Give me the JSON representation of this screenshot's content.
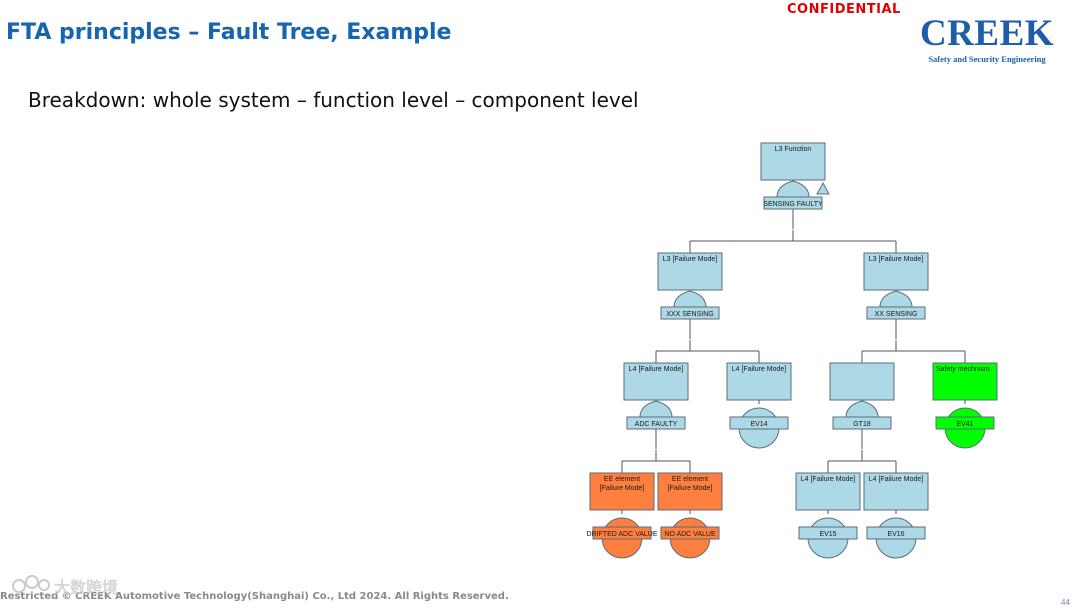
{
  "header": {
    "title": "FTA principles – Fault Tree, Example",
    "confidential": "CONFIDENTIAL",
    "logo_word": "CREEK",
    "logo_tagline": "Safety and Security Engineering"
  },
  "subtitle": "Breakdown: whole system – function level – component level",
  "footer": {
    "copyright": "Restricted © CREEK Automotive Technology(Shanghai) Co., Ltd 2024. All Rights Reserved.",
    "page_number": "44"
  },
  "colors": {
    "title": "#1565b0",
    "confidential": "#e00000",
    "logo": "#1e5ea8",
    "node_blue": "#add8e6",
    "node_green": "#00ff00",
    "node_orange": "#ff7f3f",
    "node_border": "#5a6e7a",
    "connector": "#555555"
  },
  "fault_tree": {
    "nodes": [
      {
        "id": "n1",
        "label": "L3 Function",
        "gate": "SENSING FAULTY",
        "gate_type": "or",
        "transfer": true,
        "color": "blue",
        "parent": null
      },
      {
        "id": "n2",
        "label": "L3 [Failure Mode]",
        "gate": "XXX SENSING",
        "gate_type": "or",
        "color": "blue",
        "parent": "n1"
      },
      {
        "id": "n3",
        "label": "L3 [Failure Mode]",
        "gate": "XX SENSING",
        "gate_type": "or",
        "color": "blue",
        "parent": "n1"
      },
      {
        "id": "n4",
        "label": "L4 [Failure Mode]",
        "gate": "ADC FAULTY",
        "gate_type": "or",
        "color": "blue",
        "parent": "n2"
      },
      {
        "id": "n5",
        "label": "L4 [Failure Mode]",
        "gate": "EV14",
        "gate_type": "event",
        "color": "blue",
        "parent": "n2"
      },
      {
        "id": "n6",
        "label": "",
        "gate": "GT18",
        "gate_type": "or",
        "color": "blue",
        "parent": "n3"
      },
      {
        "id": "n7",
        "label": "Safety mechnism",
        "gate": "EV41",
        "gate_type": "event",
        "color": "green",
        "parent": "n3"
      },
      {
        "id": "n8",
        "label": "EE element\n[Failure Mode]",
        "gate": "DRIFTED ADC VALUE",
        "gate_type": "event",
        "color": "orange",
        "parent": "n4"
      },
      {
        "id": "n9",
        "label": "EE element\n[Failure Mode]",
        "gate": "NO ADC VALUE",
        "gate_type": "event",
        "color": "orange",
        "parent": "n4"
      },
      {
        "id": "n10",
        "label": "L4 [Failure Mode]",
        "gate": "EV15",
        "gate_type": "event",
        "color": "blue",
        "parent": "n6"
      },
      {
        "id": "n11",
        "label": "L4 [Failure Mode]",
        "gate": "EV16",
        "gate_type": "event",
        "color": "blue",
        "parent": "n6"
      }
    ]
  },
  "watermark": "大数跨境"
}
